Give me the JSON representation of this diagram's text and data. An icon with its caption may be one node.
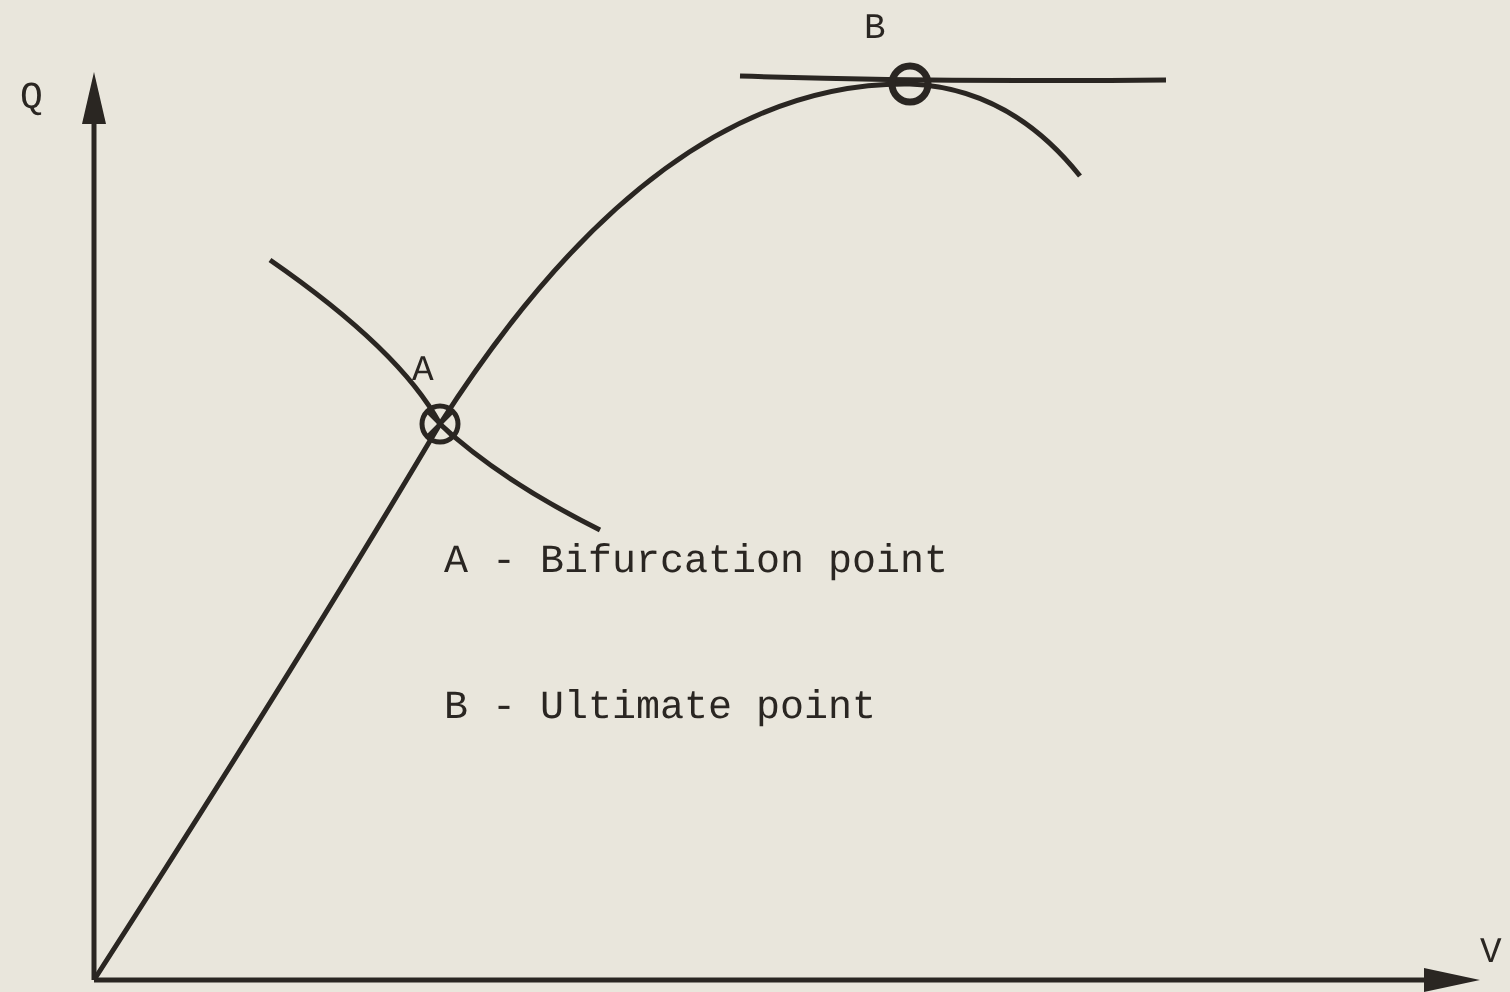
{
  "diagram": {
    "labels": [
      "Q",
      "B",
      "A",
      "A - Bifurcation point",
      "B - Ultimate point",
      "V"
    ]
  }
}
